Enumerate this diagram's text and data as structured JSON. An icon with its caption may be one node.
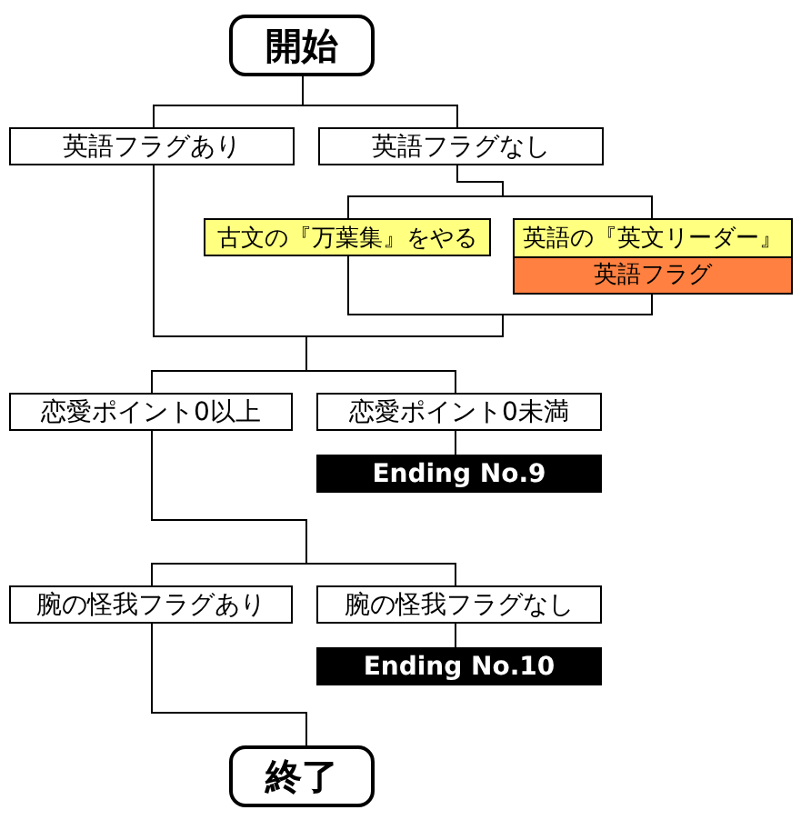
{
  "diagram": {
    "nodes": [
      {
        "text": [
          "開始"
        ]
      },
      {
        "text": [
          "英語フラグあり"
        ]
      },
      {
        "text": [
          "英語フラグなし"
        ]
      },
      {
        "text": [
          "古文の『万葉集』をやる"
        ]
      },
      {
        "text": [
          "英語の『英文リーダー』",
          "英語フラグ"
        ]
      },
      {
        "text": [
          "恋愛ポイント0以上"
        ]
      },
      {
        "text": [
          "恋愛ポイント0未満"
        ]
      },
      {
        "text": [
          "Ending No.9"
        ]
      },
      {
        "text": [
          "腕の怪我フラグあり"
        ]
      },
      {
        "text": [
          "腕の怪我フラグなし"
        ]
      },
      {
        "text": [
          "Ending No.10"
        ]
      },
      {
        "text": [
          "終了"
        ]
      }
    ],
    "edges": [
      {
        "from": 0,
        "to": 1,
        "arrow": "none"
      },
      {
        "from": 0,
        "to": 2,
        "arrow": "none"
      },
      {
        "from": 2,
        "to": 3,
        "arrow": "none"
      },
      {
        "from": 2,
        "to": 4,
        "arrow": "none"
      },
      {
        "from": 1,
        "to": 5,
        "arrow": "none"
      },
      {
        "from": 1,
        "to": 6,
        "arrow": "none"
      },
      {
        "from": 3,
        "to": 5,
        "arrow": "none"
      },
      {
        "from": 3,
        "to": 6,
        "arrow": "none"
      },
      {
        "from": 4,
        "to": 5,
        "arrow": "none"
      },
      {
        "from": 4,
        "to": 6,
        "arrow": "none"
      },
      {
        "from": 6,
        "to": 7,
        "arrow": "none"
      },
      {
        "from": 5,
        "to": 8,
        "arrow": "none"
      },
      {
        "from": 5,
        "to": 9,
        "arrow": "none"
      },
      {
        "from": 9,
        "to": 10,
        "arrow": "none"
      },
      {
        "from": 8,
        "to": 11,
        "arrow": "none"
      }
    ]
  }
}
